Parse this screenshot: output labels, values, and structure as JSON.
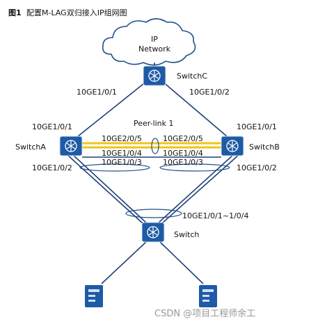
{
  "figure": {
    "label": "图1",
    "title": "配置M-LAG双归接入IP组网图"
  },
  "cloud": {
    "line1": "IP",
    "line2": "Network"
  },
  "nodes": {
    "switchC": "SwitchC",
    "switchA": "SwitchA",
    "switchB": "SwitchB",
    "switch": "Switch"
  },
  "ports": {
    "c_left": "10GE1/0/1",
    "c_right": "10GE1/0/2",
    "a_up": "10GE1/0/1",
    "a_down": "10GE1/0/2",
    "b_up": "10GE1/0/1",
    "b_down": "10GE1/0/2",
    "a_peer_5": "10GE2/0/5",
    "a_peer_4": "10GE1/0/4",
    "a_peer_3": "10GE1/0/3",
    "b_peer_5": "10GE2/0/5",
    "b_peer_4": "10GE1/0/4",
    "b_peer_3": "10GE1/0/3",
    "sw_up": "10GE1/0/1~1/0/4"
  },
  "peer_link": "Peer-link 1",
  "watermark": "CSDN @项目工程师余工",
  "colors": {
    "device": "#1f5aa6",
    "device_edge": "#d5e3f3",
    "peer_link": "#f0c419",
    "link": "#1f3e78",
    "cloud_stroke": "#1f4e8a"
  },
  "icons": {
    "device": "switch-router-icon",
    "server": "server-icon",
    "cloud": "cloud-icon"
  }
}
